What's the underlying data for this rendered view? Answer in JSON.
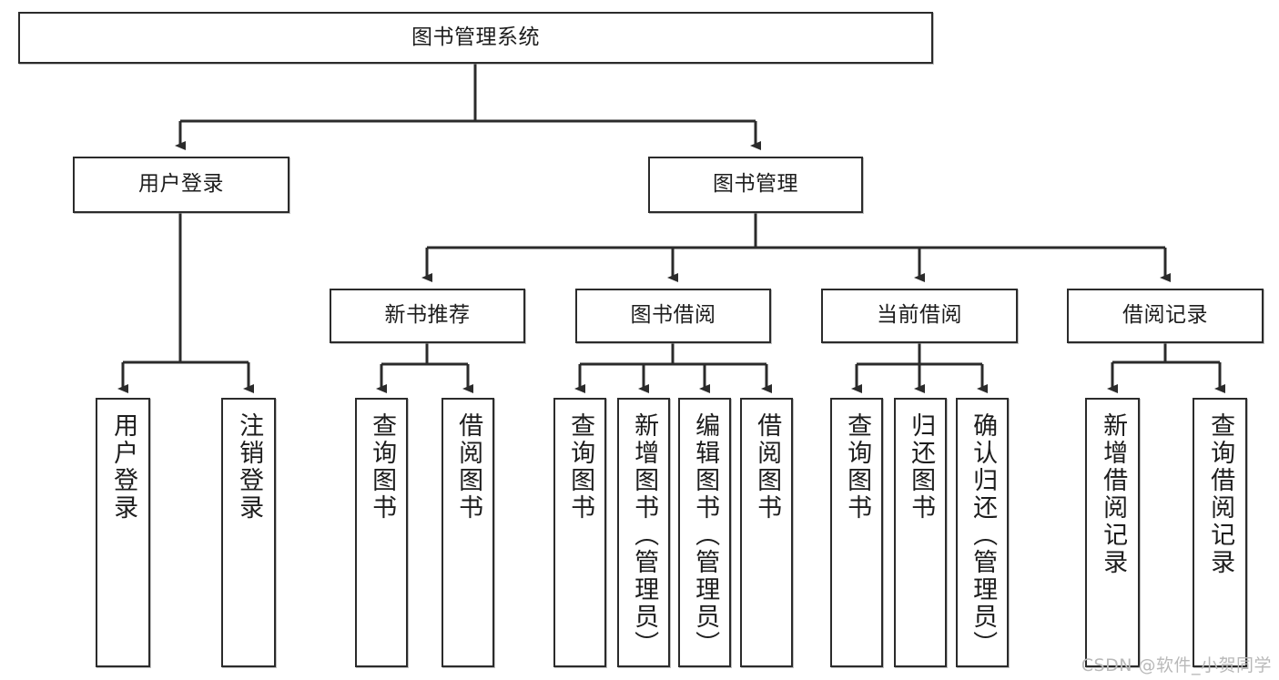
{
  "diagram": {
    "type": "tree",
    "title": "图书管理系统",
    "watermark": "CSDN @软件_小贺同学",
    "colors": {
      "box_border": "#2b2b2b",
      "box_fill": "#ffffff",
      "connector": "#2b2b2b",
      "text": "#1d1d1d",
      "watermark": "#b9b9b9"
    },
    "nodes": {
      "root": {
        "label": "图书管理系统",
        "level": 1,
        "orientation": "horizontal"
      },
      "l2": [
        {
          "id": "user-login",
          "label": "用户登录",
          "orientation": "horizontal"
        },
        {
          "id": "book-manage",
          "label": "图书管理",
          "orientation": "horizontal"
        }
      ],
      "l3": [
        {
          "id": "new-book-recommend",
          "label": "新书推荐",
          "orientation": "horizontal"
        },
        {
          "id": "book-borrow",
          "label": "图书借阅",
          "orientation": "horizontal"
        },
        {
          "id": "current-borrow",
          "label": "当前借阅",
          "orientation": "horizontal"
        },
        {
          "id": "borrow-record",
          "label": "借阅记录",
          "orientation": "horizontal"
        }
      ],
      "leaves": {
        "user-login": [
          {
            "id": "leaf-user-login",
            "label": "用户登录"
          },
          {
            "id": "leaf-user-logout",
            "label": "注销登录"
          }
        ],
        "new-book-recommend": [
          {
            "id": "leaf-query-book-1",
            "label": "查询图书"
          },
          {
            "id": "leaf-borrow-book-1",
            "label": "借阅图书"
          }
        ],
        "book-borrow": [
          {
            "id": "leaf-query-book-2",
            "label": "查询图书"
          },
          {
            "id": "leaf-add-book",
            "label": "新增图书（管理员）"
          },
          {
            "id": "leaf-edit-book",
            "label": "编辑图书（管理员）"
          },
          {
            "id": "leaf-borrow-book-2",
            "label": "借阅图书"
          }
        ],
        "current-borrow": [
          {
            "id": "leaf-query-book-3",
            "label": "查询图书"
          },
          {
            "id": "leaf-return-book",
            "label": "归还图书"
          },
          {
            "id": "leaf-confirm-return",
            "label": "确认归还（管理员）"
          }
        ],
        "borrow-record": [
          {
            "id": "leaf-add-record",
            "label": "新增借阅记录"
          },
          {
            "id": "leaf-query-record",
            "label": "查询借阅记录"
          }
        ]
      }
    }
  }
}
